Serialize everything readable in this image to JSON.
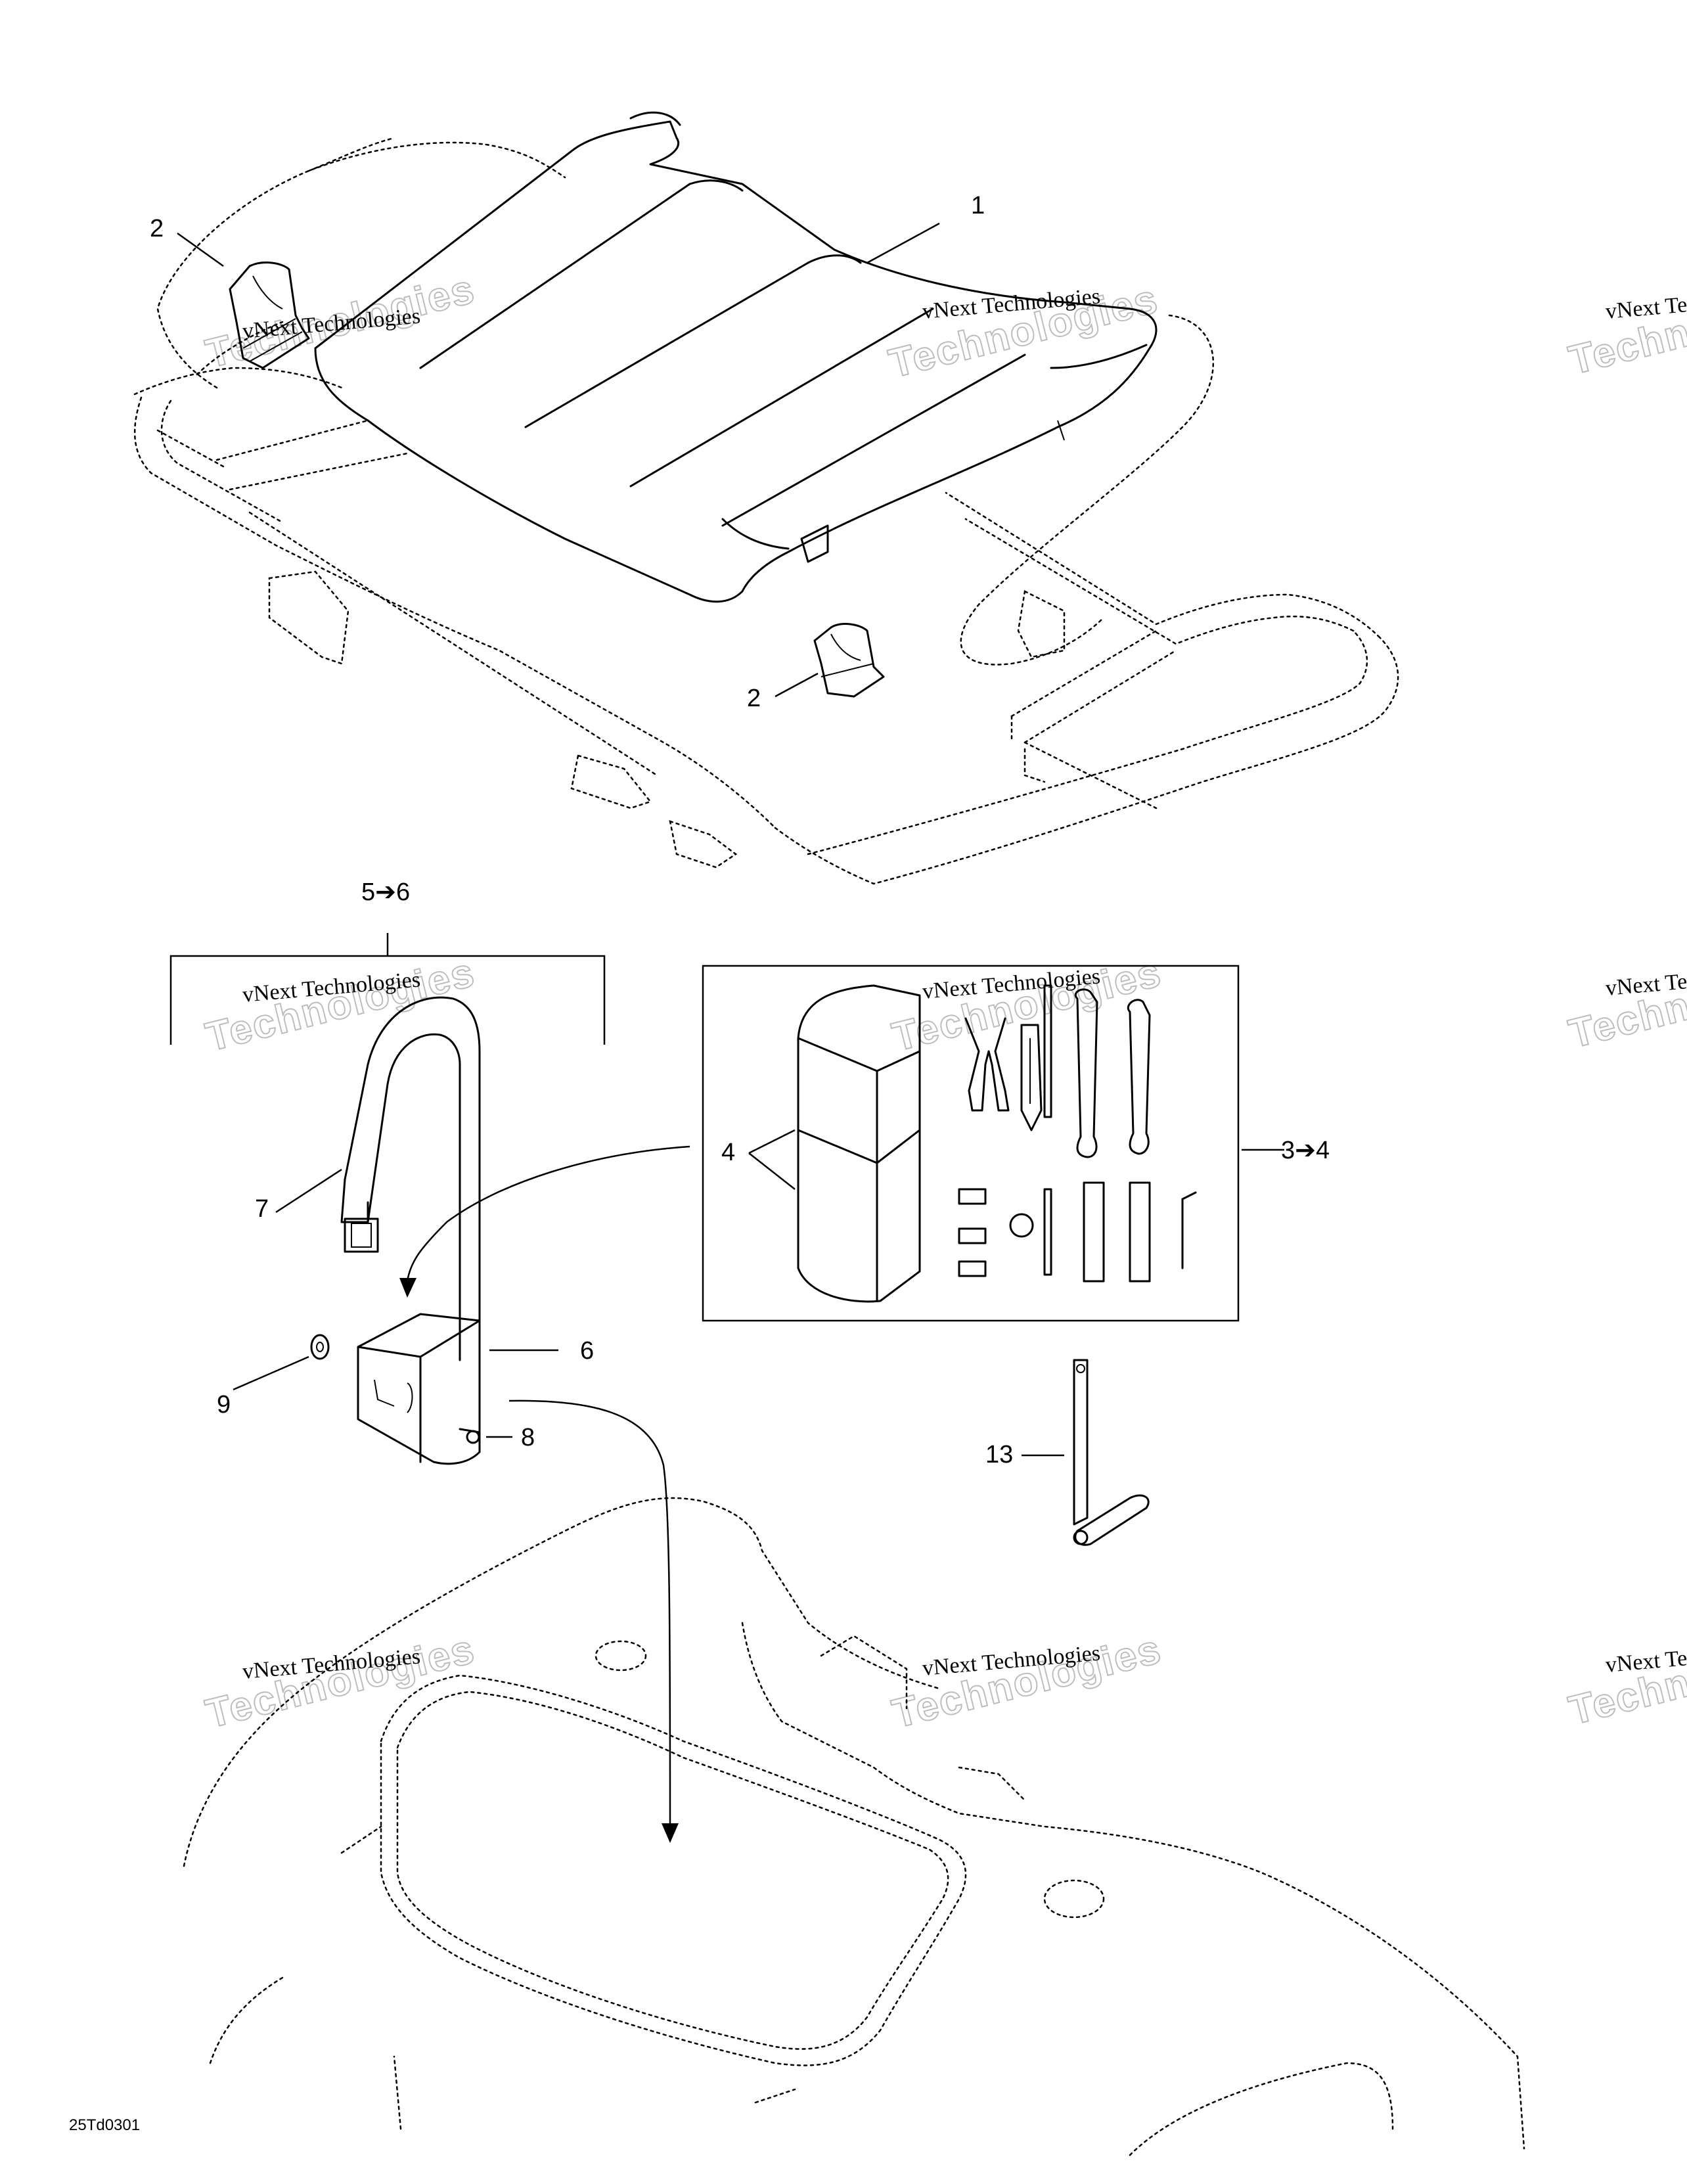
{
  "callouts": {
    "c1": "1",
    "c2a": "2",
    "c2b": "2",
    "c4": "4",
    "c6": "6",
    "c7": "7",
    "c8": "8",
    "c9": "9",
    "c13": "13",
    "group_5_6": "5➔6",
    "group_3_4": "3➔4"
  },
  "drawing_code": "25Td0301",
  "watermark": {
    "line1": "vNext Technologies",
    "line2": "Technologies"
  }
}
